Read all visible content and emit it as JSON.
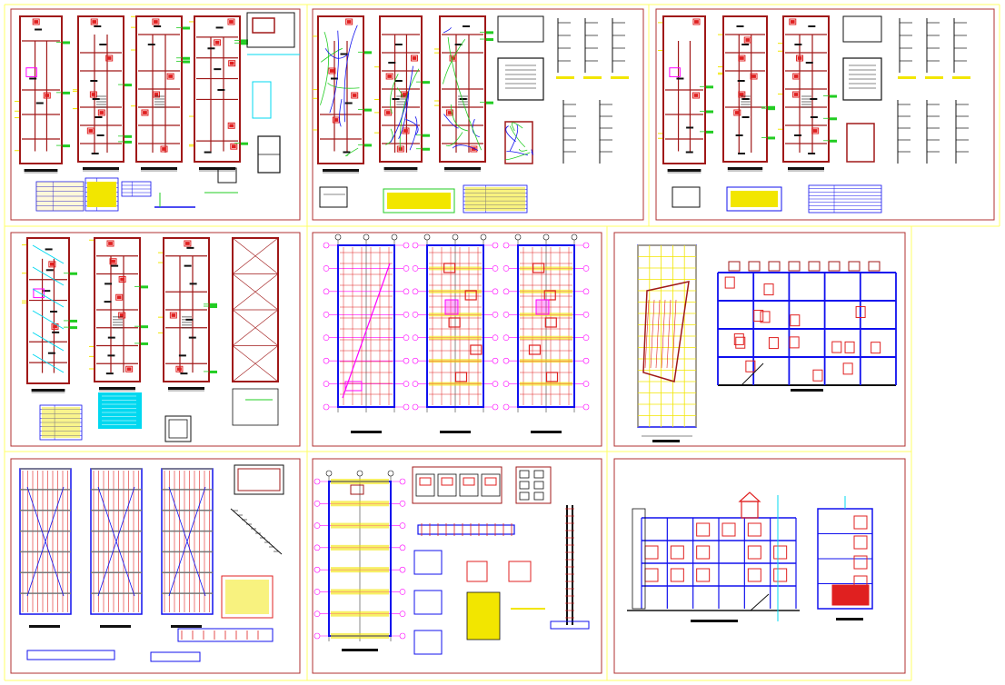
{
  "sheet": {
    "background": "#ffffff",
    "grid_line_color": "#ffff66",
    "border_color": "#b03030"
  },
  "palette": {
    "wall": "#a01818",
    "fixture": "#e02020",
    "blue": "#1010ee",
    "green": "#22cc22",
    "yellow": "#f2e600",
    "magenta": "#ff00ff",
    "cyan": "#00d8f0",
    "black": "#111111",
    "grey": "#777777"
  },
  "panels": [
    {
      "id": "sheet-1",
      "kind": "architecture-floor-plans"
    },
    {
      "id": "sheet-2",
      "kind": "electrical-plans"
    },
    {
      "id": "sheet-3",
      "kind": "sanitary-plans"
    },
    {
      "id": "sheet-4",
      "kind": "plumbing-plans"
    },
    {
      "id": "sheet-5",
      "kind": "structural-floor-grids"
    },
    {
      "id": "sheet-6",
      "kind": "roof-and-section"
    },
    {
      "id": "sheet-7",
      "kind": "slab-framing-plans"
    },
    {
      "id": "sheet-8",
      "kind": "foundation-and-details"
    },
    {
      "id": "sheet-9",
      "kind": "elevations"
    }
  ]
}
